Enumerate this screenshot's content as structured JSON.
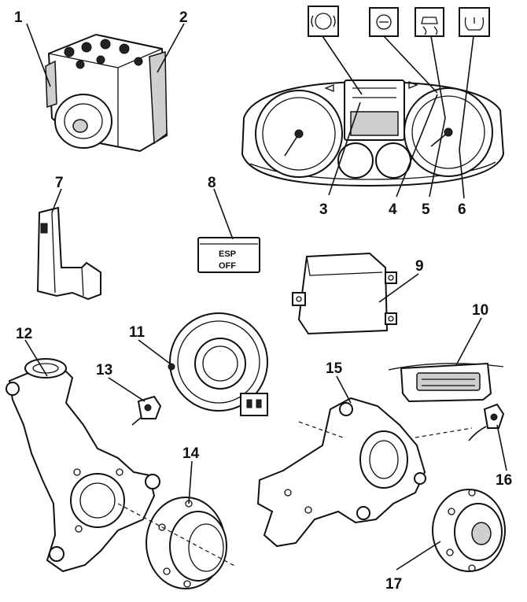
{
  "diagram": {
    "button_label_line1": "ESP",
    "button_label_line2": "OFF",
    "callouts": [
      {
        "id": "1",
        "text": "1"
      },
      {
        "id": "2",
        "text": "2"
      },
      {
        "id": "3",
        "text": "3"
      },
      {
        "id": "4",
        "text": "4"
      },
      {
        "id": "5",
        "text": "5"
      },
      {
        "id": "6",
        "text": "6"
      },
      {
        "id": "7",
        "text": "7"
      },
      {
        "id": "8",
        "text": "8"
      },
      {
        "id": "9",
        "text": "9"
      },
      {
        "id": "10",
        "text": "10"
      },
      {
        "id": "11",
        "text": "11"
      },
      {
        "id": "12",
        "text": "12"
      },
      {
        "id": "13",
        "text": "13"
      },
      {
        "id": "14",
        "text": "14"
      },
      {
        "id": "15",
        "text": "15"
      },
      {
        "id": "16",
        "text": "16"
      },
      {
        "id": "17",
        "text": "17"
      }
    ],
    "warning_icons": [
      "brake-system-icon",
      "abs-icon",
      "esp-skid-icon",
      "tire-pressure-icon"
    ]
  }
}
